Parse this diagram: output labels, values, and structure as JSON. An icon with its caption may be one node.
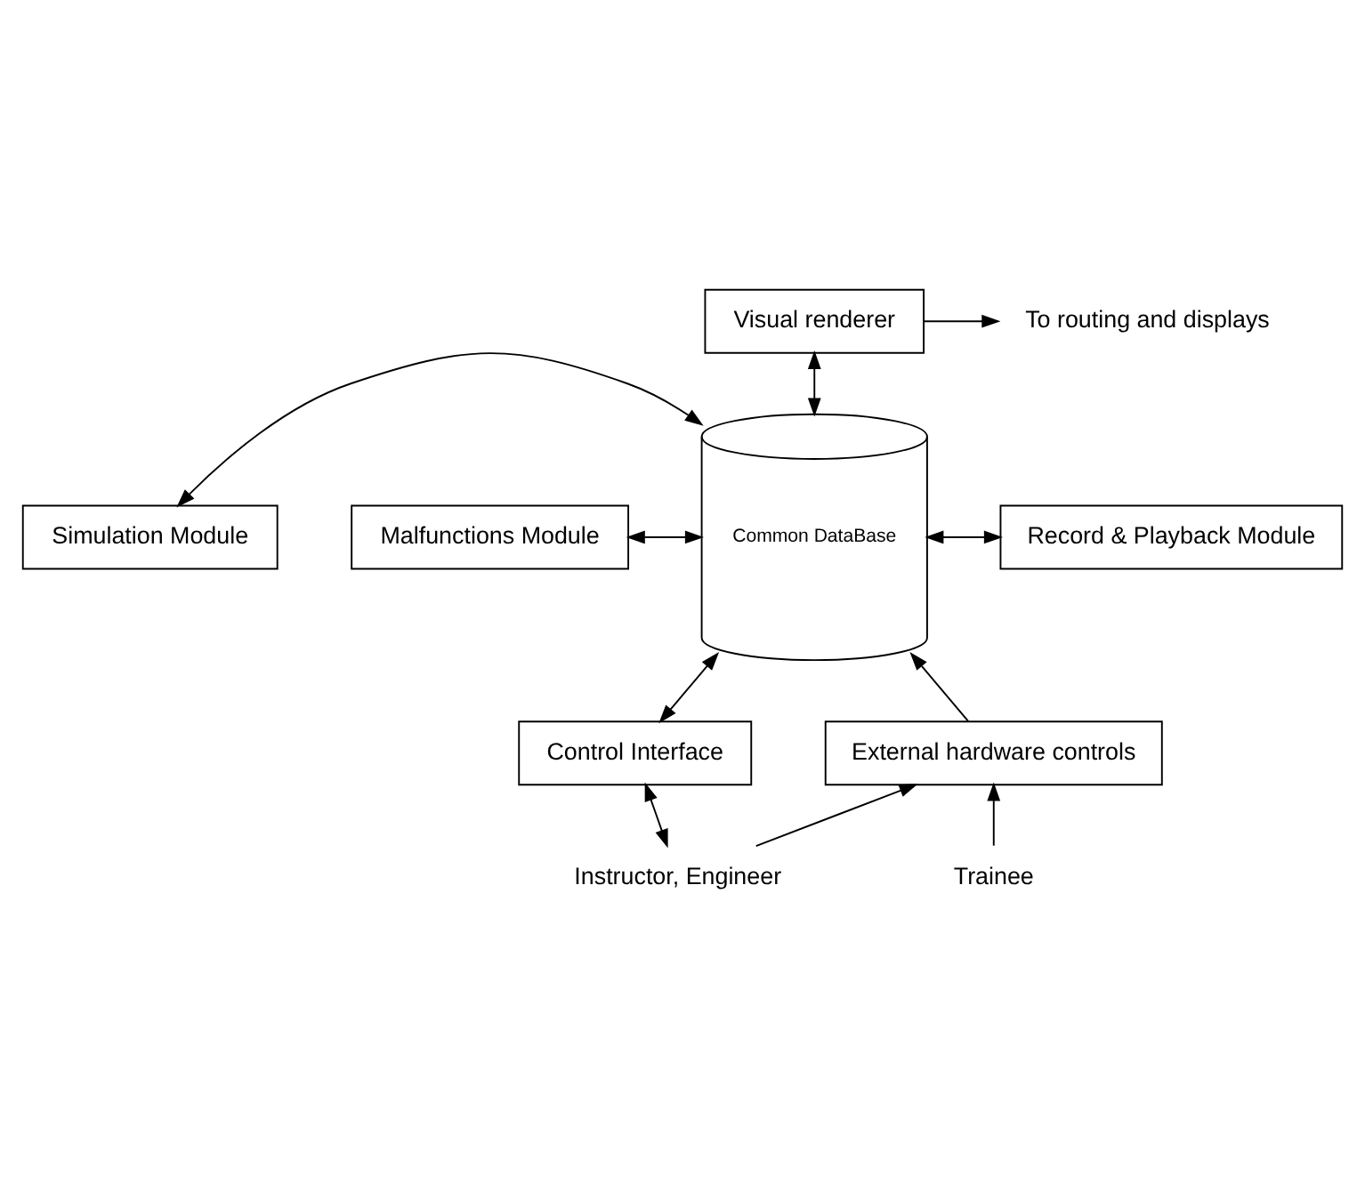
{
  "diagram": {
    "nodes": [
      {
        "text": [
          "Visual renderer"
        ]
      },
      {
        "text": [
          "To routing and displays"
        ]
      },
      {
        "text": [
          "Simulation Module"
        ]
      },
      {
        "text": [
          "Common DataBase"
        ]
      },
      {
        "text": [
          "Malfunctions Module"
        ]
      },
      {
        "text": [
          "Record & Playback Module"
        ]
      },
      {
        "text": [
          "Control Interface"
        ]
      },
      {
        "text": [
          "External hardware controls"
        ]
      },
      {
        "text": [
          "Instructor, Engineer"
        ]
      },
      {
        "text": [
          "Trainee"
        ]
      }
    ],
    "edges": [
      {
        "from": 0,
        "to": 1,
        "arrow": "to"
      },
      {
        "from": 0,
        "to": 3,
        "arrow": "both"
      },
      {
        "from": 2,
        "to": 3,
        "arrow": "both"
      },
      {
        "from": 4,
        "to": 3,
        "arrow": "both"
      },
      {
        "from": 3,
        "to": 5,
        "arrow": "both"
      },
      {
        "from": 6,
        "to": 3,
        "arrow": "both"
      },
      {
        "from": 6,
        "to": 8,
        "arrow": "both"
      },
      {
        "from": 8,
        "to": 7,
        "arrow": "to"
      },
      {
        "from": 7,
        "to": 3,
        "arrow": "to"
      },
      {
        "from": 9,
        "to": 7,
        "arrow": "to"
      }
    ]
  }
}
